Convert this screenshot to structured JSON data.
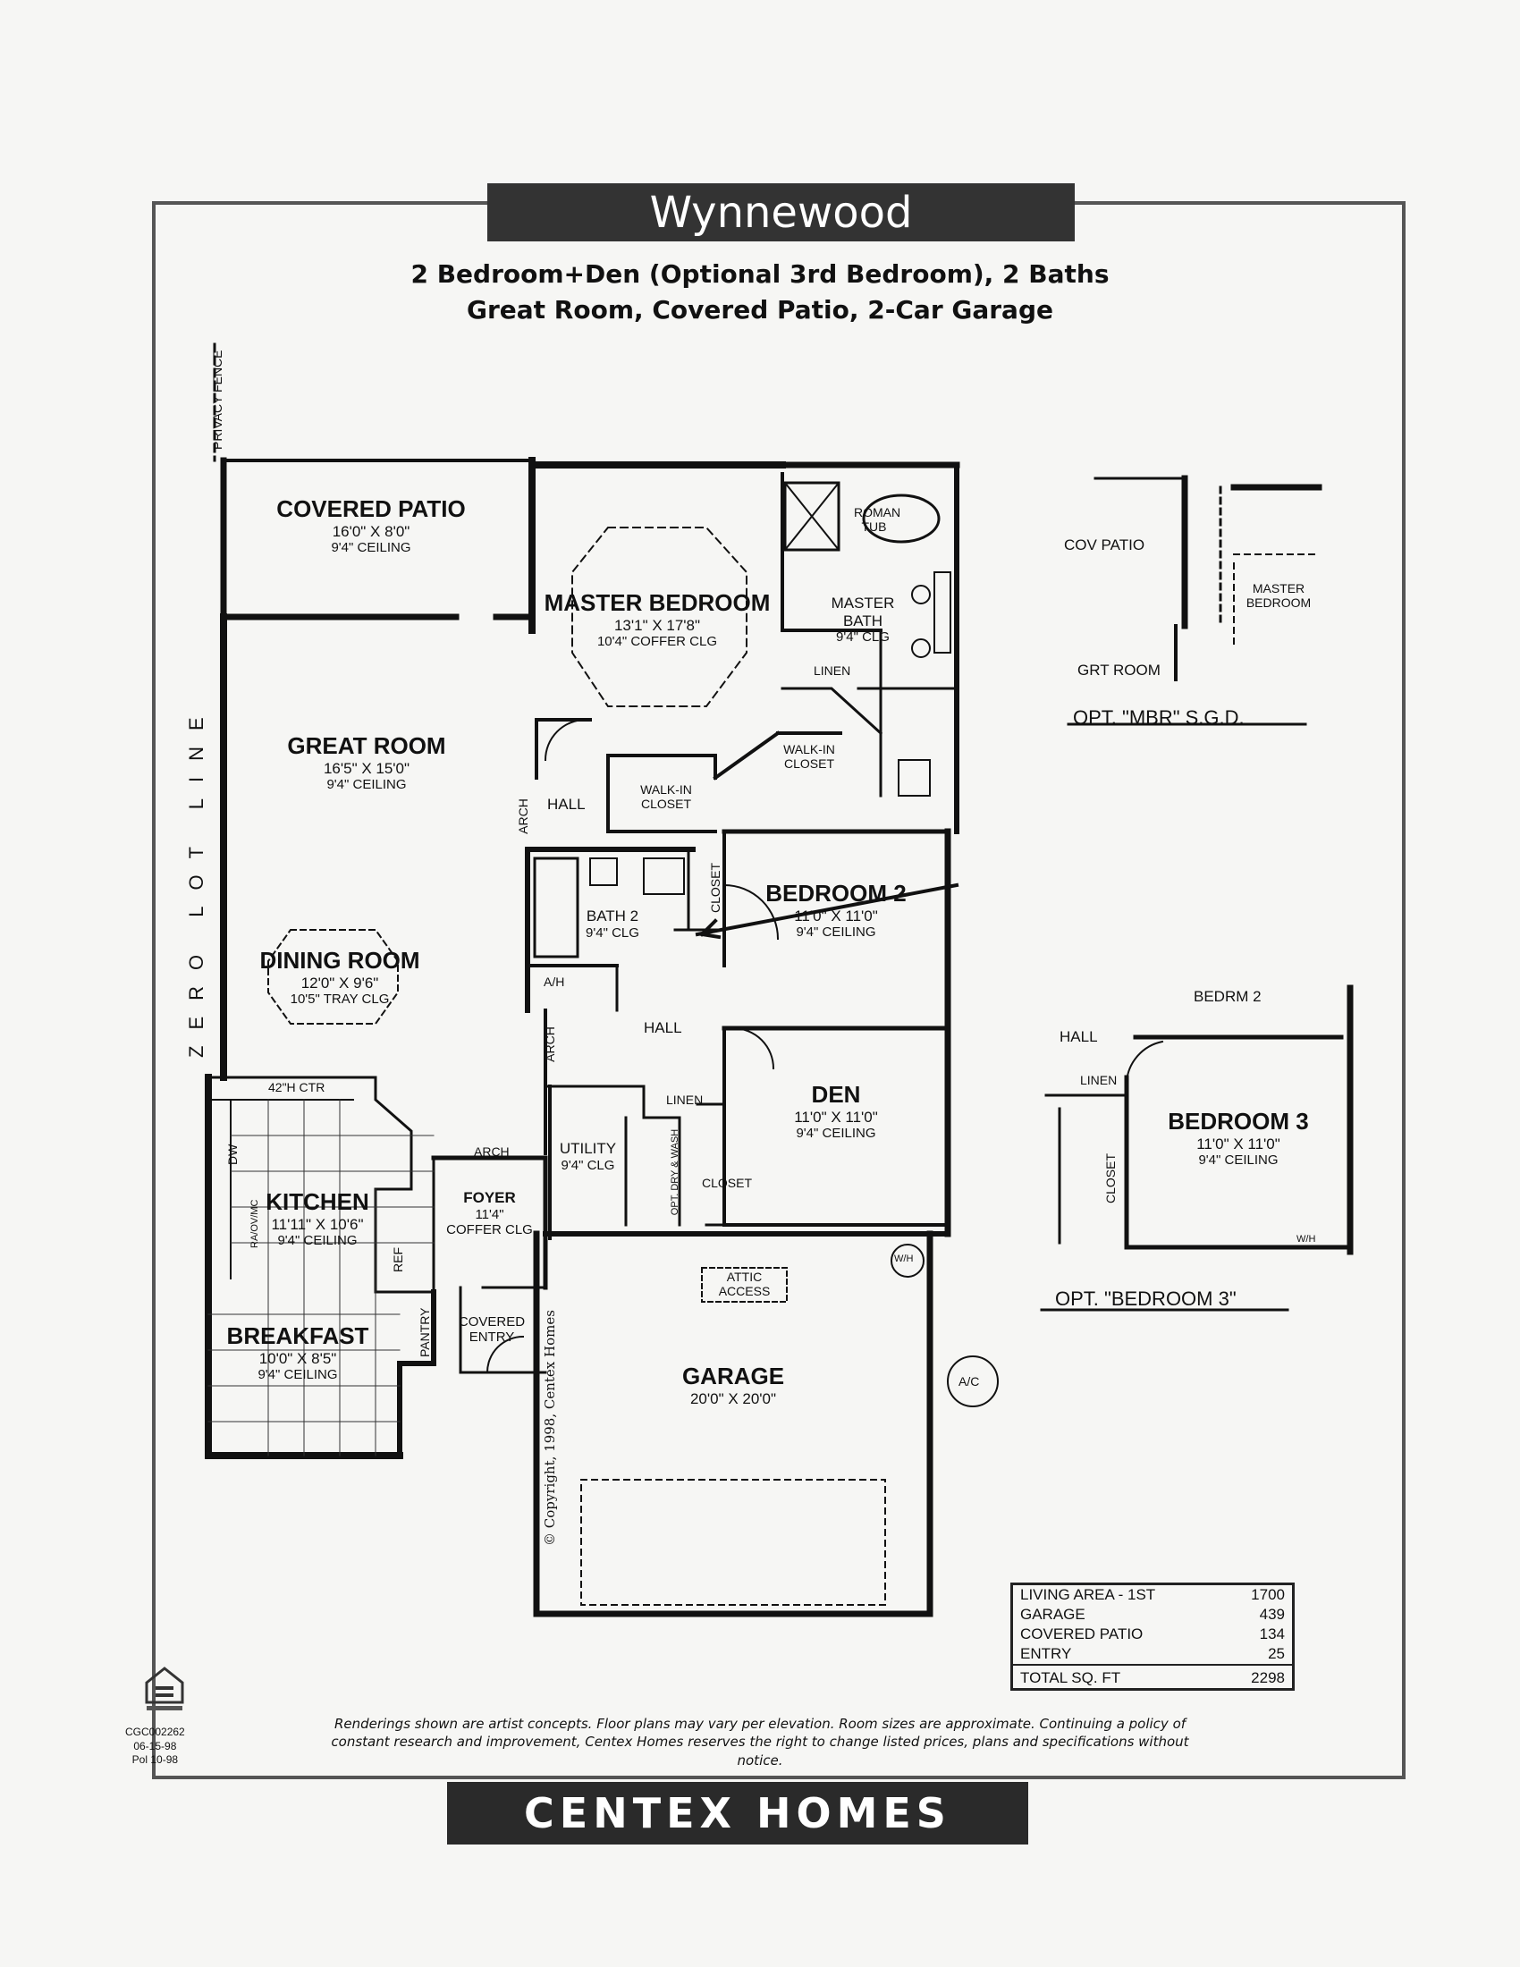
{
  "header": {
    "title": "Wynnewood",
    "subtitle_line1": "2 Bedroom+Den (Optional 3rd Bedroom), 2 Baths",
    "subtitle_line2": "Great Room, Covered Patio, 2-Car Garage"
  },
  "plan": {
    "privacy_fence": "PRIVACY FENCE",
    "zero_lot_line": "ZERO LOT LINE",
    "rooms": {
      "covered_patio": {
        "name": "COVERED PATIO",
        "dims": "16'0\" X 8'0\"",
        "ceiling": "9'4\" CEILING"
      },
      "great_room": {
        "name": "GREAT ROOM",
        "dims": "16'5\" X 15'0\"",
        "ceiling": "9'4\" CEILING"
      },
      "dining_room": {
        "name": "DINING ROOM",
        "dims": "12'0\" X 9'6\"",
        "ceiling": "10'5\" TRAY CLG"
      },
      "kitchen": {
        "name": "KITCHEN",
        "dims": "11'11\" X 10'6\"",
        "ceiling": "9'4\" CEILING"
      },
      "breakfast": {
        "name": "BREAKFAST",
        "dims": "10'0\" X 8'5\"",
        "ceiling": "9'4\" CEILING"
      },
      "master_bedroom": {
        "name": "MASTER BEDROOM",
        "dims": "13'1\" X 17'8\"",
        "ceiling": "10'4\" COFFER CLG"
      },
      "master_bath": {
        "name": "MASTER BATH",
        "ceiling": "9'4\" CLG"
      },
      "bath2": {
        "name": "BATH 2",
        "ceiling": "9'4\" CLG"
      },
      "bedroom2": {
        "name": "BEDROOM 2",
        "dims": "11'0\" X 11'0\"",
        "ceiling": "9'4\" CEILING"
      },
      "den": {
        "name": "DEN",
        "dims": "11'0\" X 11'0\"",
        "ceiling": "9'4\" CEILING"
      },
      "utility": {
        "name": "UTILITY",
        "ceiling": "9'4\" CLG"
      },
      "foyer": {
        "name": "FOYER",
        "dims": "11'4\"",
        "ceiling": "COFFER CLG"
      },
      "covered_entry": {
        "name": "COVERED ENTRY"
      },
      "garage": {
        "name": "GARAGE",
        "dims": "20'0\" X 20'0\""
      }
    },
    "labels": {
      "roman_tub": "ROMAN TUB",
      "linen": "LINEN",
      "walk_in_closet": "WALK-IN CLOSET",
      "hall": "HALL",
      "arch": "ARCH",
      "closet": "CLOSET",
      "ah": "A/H",
      "counter": "42\"H CTR",
      "dw": "DW",
      "range": "RA/OV/MC",
      "ref": "REF",
      "pantry": "PANTRY",
      "attic_access": "ATTIC ACCESS",
      "wh": "W/H",
      "ac": "A/C",
      "opt_dry_wash": "OPT. DRY & WASH",
      "copyright": "© Copyright, 1998, Centex Homes"
    }
  },
  "options": {
    "mbr_sgd": {
      "title": "OPT. \"MBR\" S.G.D.",
      "cov_patio": "COV PATIO",
      "master_bedroom": "MASTER BEDROOM",
      "grt_room": "GRT ROOM"
    },
    "bedroom3": {
      "title": "OPT. \"BEDROOM 3\"",
      "bedrm2": "BEDRM 2",
      "hall": "HALL",
      "linen": "LINEN",
      "name": "BEDROOM 3",
      "dims": "11'0\" X 11'0\"",
      "ceiling": "9'4\" CEILING",
      "closet": "CLOSET",
      "wh": "W/H"
    }
  },
  "area_table": [
    {
      "label": "LIVING AREA - 1ST",
      "value": "1700"
    },
    {
      "label": "GARAGE",
      "value": "439"
    },
    {
      "label": "COVERED PATIO",
      "value": "134"
    },
    {
      "label": "ENTRY",
      "value": "25"
    }
  ],
  "area_total": {
    "label": "TOTAL SQ. FT",
    "value": "2298"
  },
  "footer": {
    "disclaimer": "Renderings shown are artist concepts. Floor plans may vary per elevation. Room sizes are approximate. Continuing a policy of constant research and improvement, Centex Homes reserves the right to change listed prices, plans and specifications without notice.",
    "brand": "CENTEX HOMES",
    "code1": "CGC002262",
    "code2": "06-15-98",
    "code3": "Pol 10-98"
  }
}
